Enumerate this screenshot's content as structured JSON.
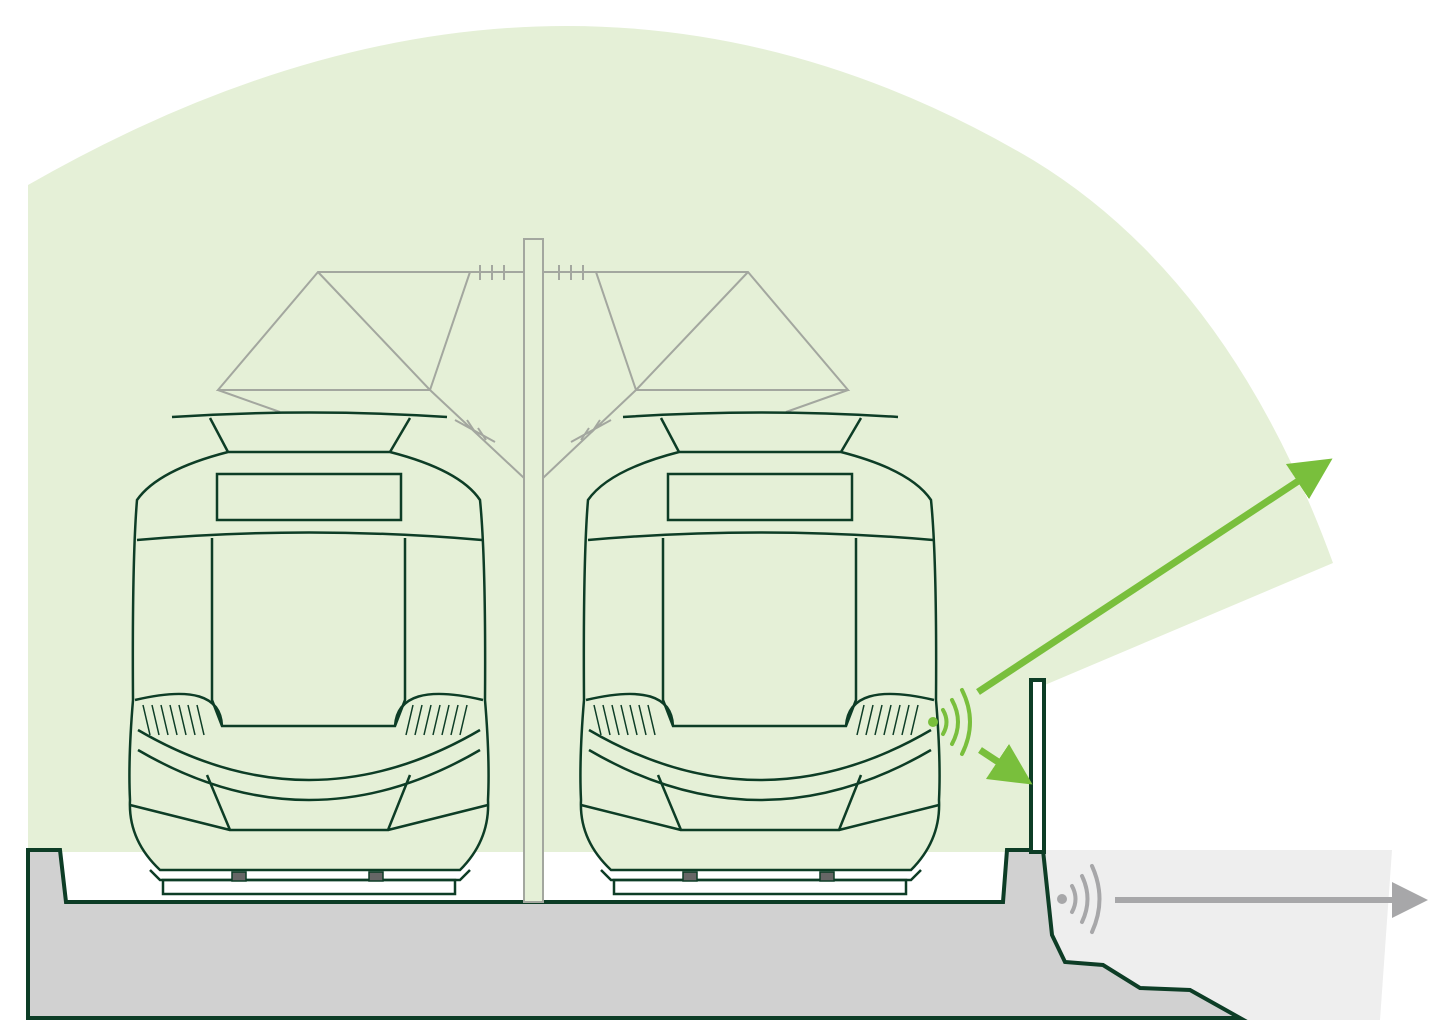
{
  "colors": {
    "background": "#ffffff",
    "coverage_zone": "#e5f0d7",
    "outline": "#0d3d26",
    "catenary": "#a3a79f",
    "signal_arrow": "#79bf3c",
    "ground": "#d1d1d1",
    "blocked_zone": "#eeeeee",
    "blocked_arrow": "#a7a7a9"
  },
  "scene": {
    "trams": [
      {
        "id": "left-tram",
        "track": "left"
      },
      {
        "id": "right-tram",
        "track": "right"
      }
    ],
    "signal_source": "right-tram",
    "transmitted_arrows": [
      "over-wall",
      "into-wall"
    ],
    "attenuated_signal": "behind-wall"
  }
}
